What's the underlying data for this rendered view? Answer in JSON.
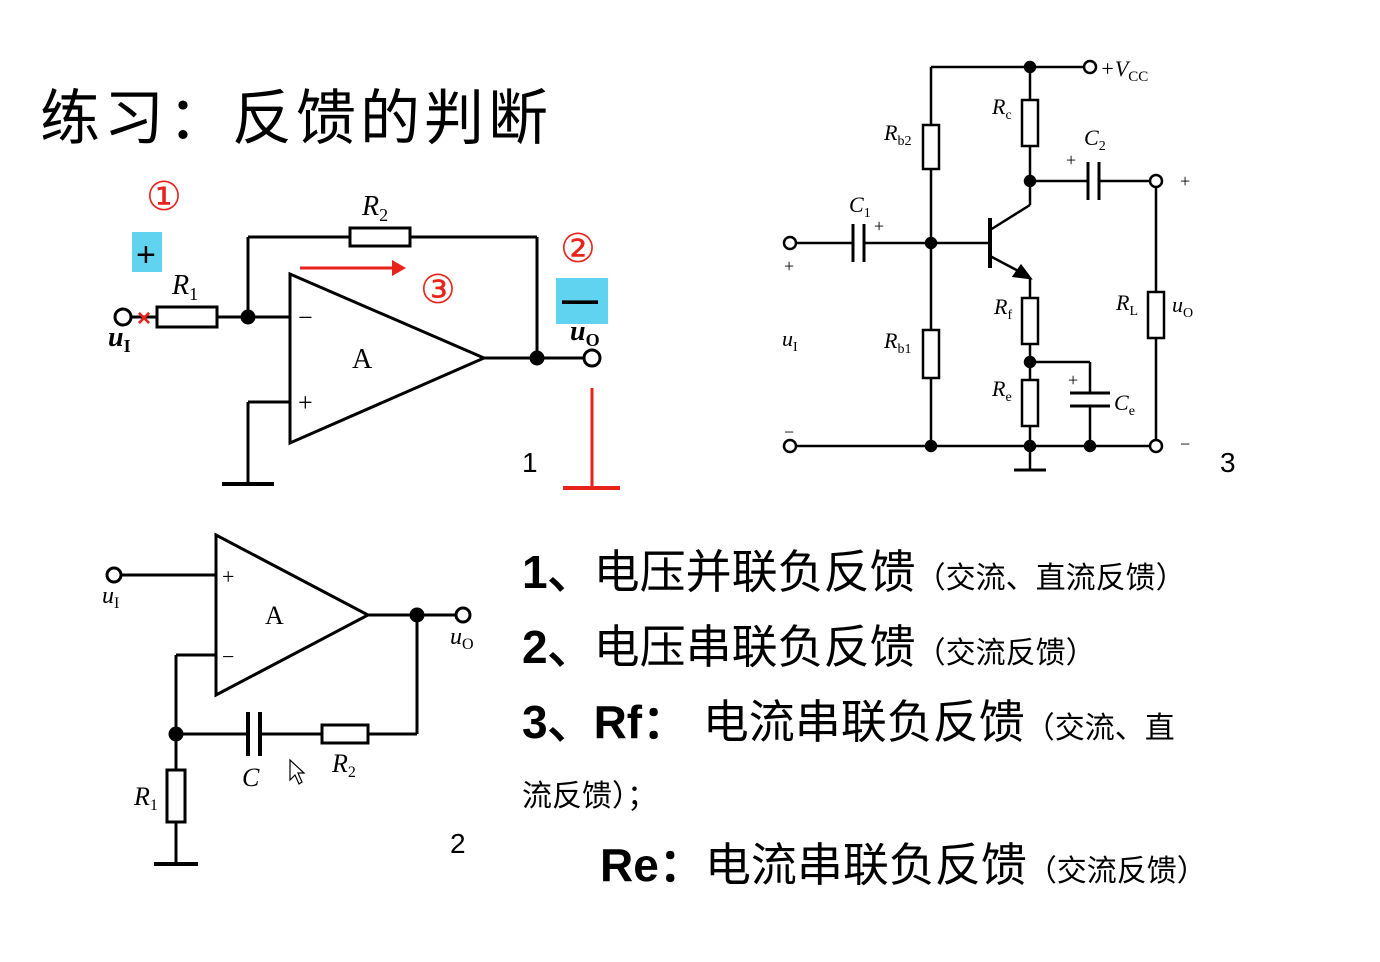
{
  "page": {
    "title": "练习：反馈的判断"
  },
  "circuit1": {
    "number": "1",
    "ann1": "①",
    "ann2": "②",
    "ann3": "③",
    "plus_mark": "+",
    "minus_mark": "—",
    "cross_mark": "×",
    "r1_label": "R",
    "r1_sub": "1",
    "r2_label": "R",
    "r2_sub": "2",
    "amp_label": "A",
    "minus_in": "−",
    "plus_in": "+",
    "ui_label": "u",
    "ui_sub": "I",
    "uo_label": "u",
    "uo_sub": "O"
  },
  "circuit2": {
    "number": "2",
    "amp_label": "A",
    "plus_in": "+",
    "minus_in": "−",
    "ui_label": "u",
    "ui_sub": "I",
    "uo_label": "u",
    "uo_sub": "O",
    "c_label": "C",
    "r2_label": "R",
    "r2_sub": "2",
    "r1_label": "R",
    "r1_sub": "1"
  },
  "circuit3": {
    "number": "3",
    "vcc_prefix": "+V",
    "vcc_sub": "CC",
    "rb2_label": "R",
    "rb2_sub": "b2",
    "rb1_label": "R",
    "rb1_sub": "b1",
    "rc_label": "R",
    "rc_sub": "c",
    "rf_label": "R",
    "rf_sub": "f",
    "re_label": "R",
    "re_sub": "e",
    "rl_label": "R",
    "rl_sub": "L",
    "c1_label": "C",
    "c1_sub": "1",
    "c2_label": "C",
    "c2_sub": "2",
    "ce_label": "C",
    "ce_sub": "e",
    "c1_plus": "+",
    "c2_plus": "+",
    "ce_plus": "+",
    "in_plus": "+",
    "in_minus": "−",
    "out_plus": "+",
    "out_minus": "−",
    "ui_label": "u",
    "ui_sub": "I",
    "uo_label": "u",
    "uo_sub": "O"
  },
  "answers": {
    "line1_num": "1、",
    "line1_text": "电压并联负反馈",
    "line1_note": "（交流、直流反馈）",
    "line2_num": "2、",
    "line2_text": "电压串联负反馈",
    "line2_note": "（交流反馈）",
    "line3_num": "3、Rf：",
    "line3_text": "电流串联负反馈",
    "line3_note": "（交流、直",
    "line3_cont": "流反馈）；",
    "line4_num": "Re：",
    "line4_text": "电流串联负反馈",
    "line4_note": "（交流反馈）"
  },
  "colors": {
    "annotation_red": "#e8231c",
    "highlight_cyan": "#5fd3ef",
    "wire": "#000000"
  }
}
